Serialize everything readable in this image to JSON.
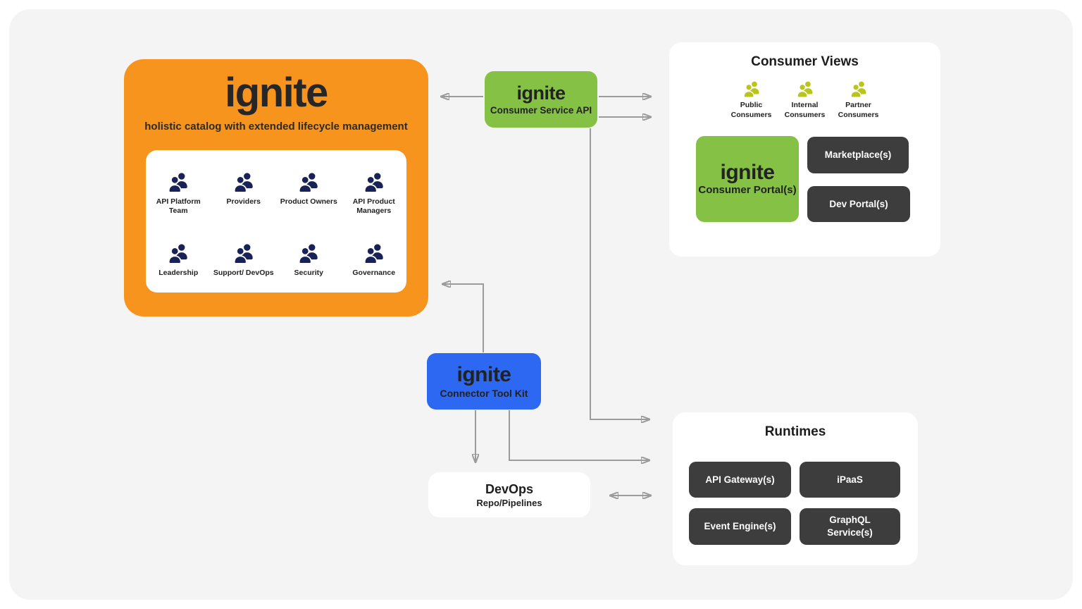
{
  "colors": {
    "catalog_orange": "#f7941d",
    "service_green": "#85c144",
    "connector_blue": "#2d68f2",
    "dark_chip": "#3d3d3d",
    "persona_icon_navy": "#192256",
    "consumer_icon_yellow": "#b9c41c",
    "arrow_gray": "#9b9b9b",
    "panel_gray": "#f4f4f4"
  },
  "icons": {
    "persona": "people-icon",
    "consumer": "people-icon"
  },
  "catalog": {
    "brand": "ignite",
    "subtitle": "holistic catalog with extended lifecycle management",
    "personas": [
      {
        "label": "API Platform Team"
      },
      {
        "label": "Providers"
      },
      {
        "label": "Product Owners"
      },
      {
        "label": "API Product Managers"
      },
      {
        "label": "Leadership"
      },
      {
        "label": "Support/ DevOps"
      },
      {
        "label": "Security"
      },
      {
        "label": "Governance"
      }
    ]
  },
  "consumer_service_api": {
    "brand": "ignite",
    "label": "Consumer Service API"
  },
  "connector": {
    "brand": "ignite",
    "label": "Connector Tool Kit"
  },
  "consumer_views": {
    "title": "Consumer Views",
    "consumers": [
      {
        "label": "Public Consumers"
      },
      {
        "label": "Internal Consumers"
      },
      {
        "label": "Partner Consumers"
      }
    ],
    "portal": {
      "brand": "ignite",
      "label": "Consumer Portal(s)"
    },
    "marketplace": "Marketplace(s)",
    "dev_portal": "Dev Portal(s)"
  },
  "devops": {
    "title": "DevOps",
    "subtitle": "Repo/Pipelines"
  },
  "runtimes": {
    "title": "Runtimes",
    "items": [
      "API Gateway(s)",
      "iPaaS",
      "Event Engine(s)",
      "GraphQL Service(s)"
    ]
  }
}
